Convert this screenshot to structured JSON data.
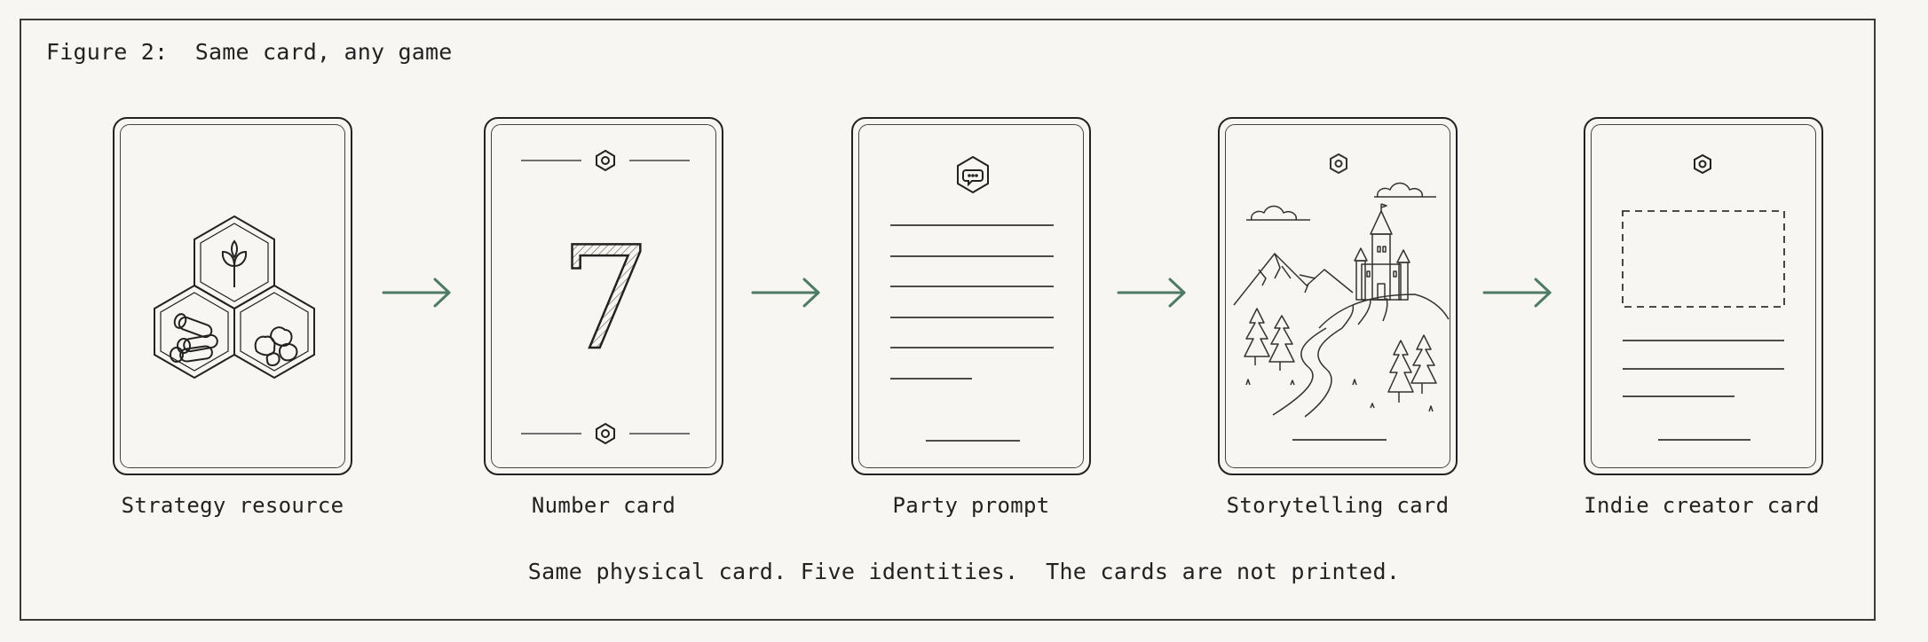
{
  "figure": {
    "title": "Figure 2:  Same card, any game"
  },
  "cards": [
    {
      "caption": "Strategy resource",
      "icon": "resource-hexes-icon"
    },
    {
      "caption": "Number card",
      "number": "7",
      "icon": "hexagon-nut-icon"
    },
    {
      "caption": "Party prompt",
      "icon": "speech-bubble-icon"
    },
    {
      "caption": "Storytelling card",
      "icon": "castle-landscape-illustration"
    },
    {
      "caption": "Indie creator card",
      "icon": "image-placeholder"
    }
  ],
  "footer": {
    "text": "Same physical card. Five identities.  The cards are not printed."
  },
  "colors": {
    "arrow": "#4f7a65",
    "ink": "#222222",
    "background": "#f7f6f2"
  }
}
